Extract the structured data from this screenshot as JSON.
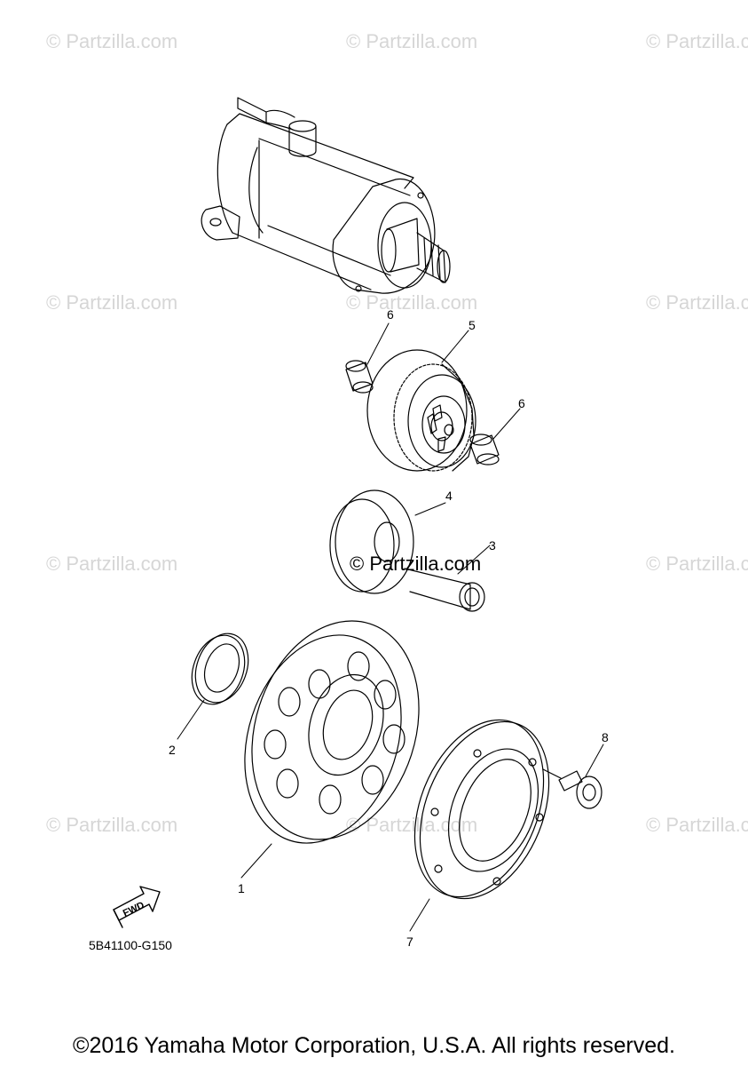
{
  "watermark": "© Partzilla.com",
  "watermark_center": "© Partzilla.com",
  "callouts": [
    "1",
    "2",
    "3",
    "4",
    "5",
    "6",
    "6",
    "7",
    "8"
  ],
  "fwd_label": "FWD",
  "diagram_code": "5B41100-G150",
  "copyright": "©2016 Yamaha Motor Corporation, U.S.A. All rights reserved.",
  "colors": {
    "line": "#000000",
    "watermark": "#d6d6d6",
    "background": "#ffffff"
  }
}
